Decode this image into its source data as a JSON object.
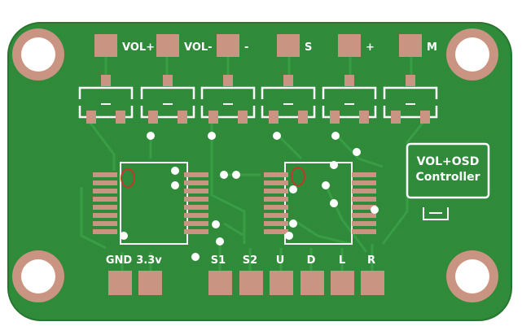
{
  "board": {
    "top_labels": [
      "VOL+",
      "VOL-",
      "-",
      "S",
      "+",
      "M"
    ],
    "bottom_labels": [
      "GND",
      "3.3v",
      "S1",
      "S2",
      "U",
      "D",
      "L",
      "R"
    ],
    "logo_text": [
      "VOL+OSD",
      "Controller"
    ]
  },
  "colors": {
    "background": "#ffffff",
    "board": "#2f8a3a",
    "copper": "#3a9a44",
    "pad": "#c99482",
    "silkscreen": "#ffffff",
    "mark": "#c0392b"
  },
  "icons": [
    "mounting-hole-icon",
    "chip-outline-icon",
    "switch-icon",
    "usb-connector-icon"
  ]
}
